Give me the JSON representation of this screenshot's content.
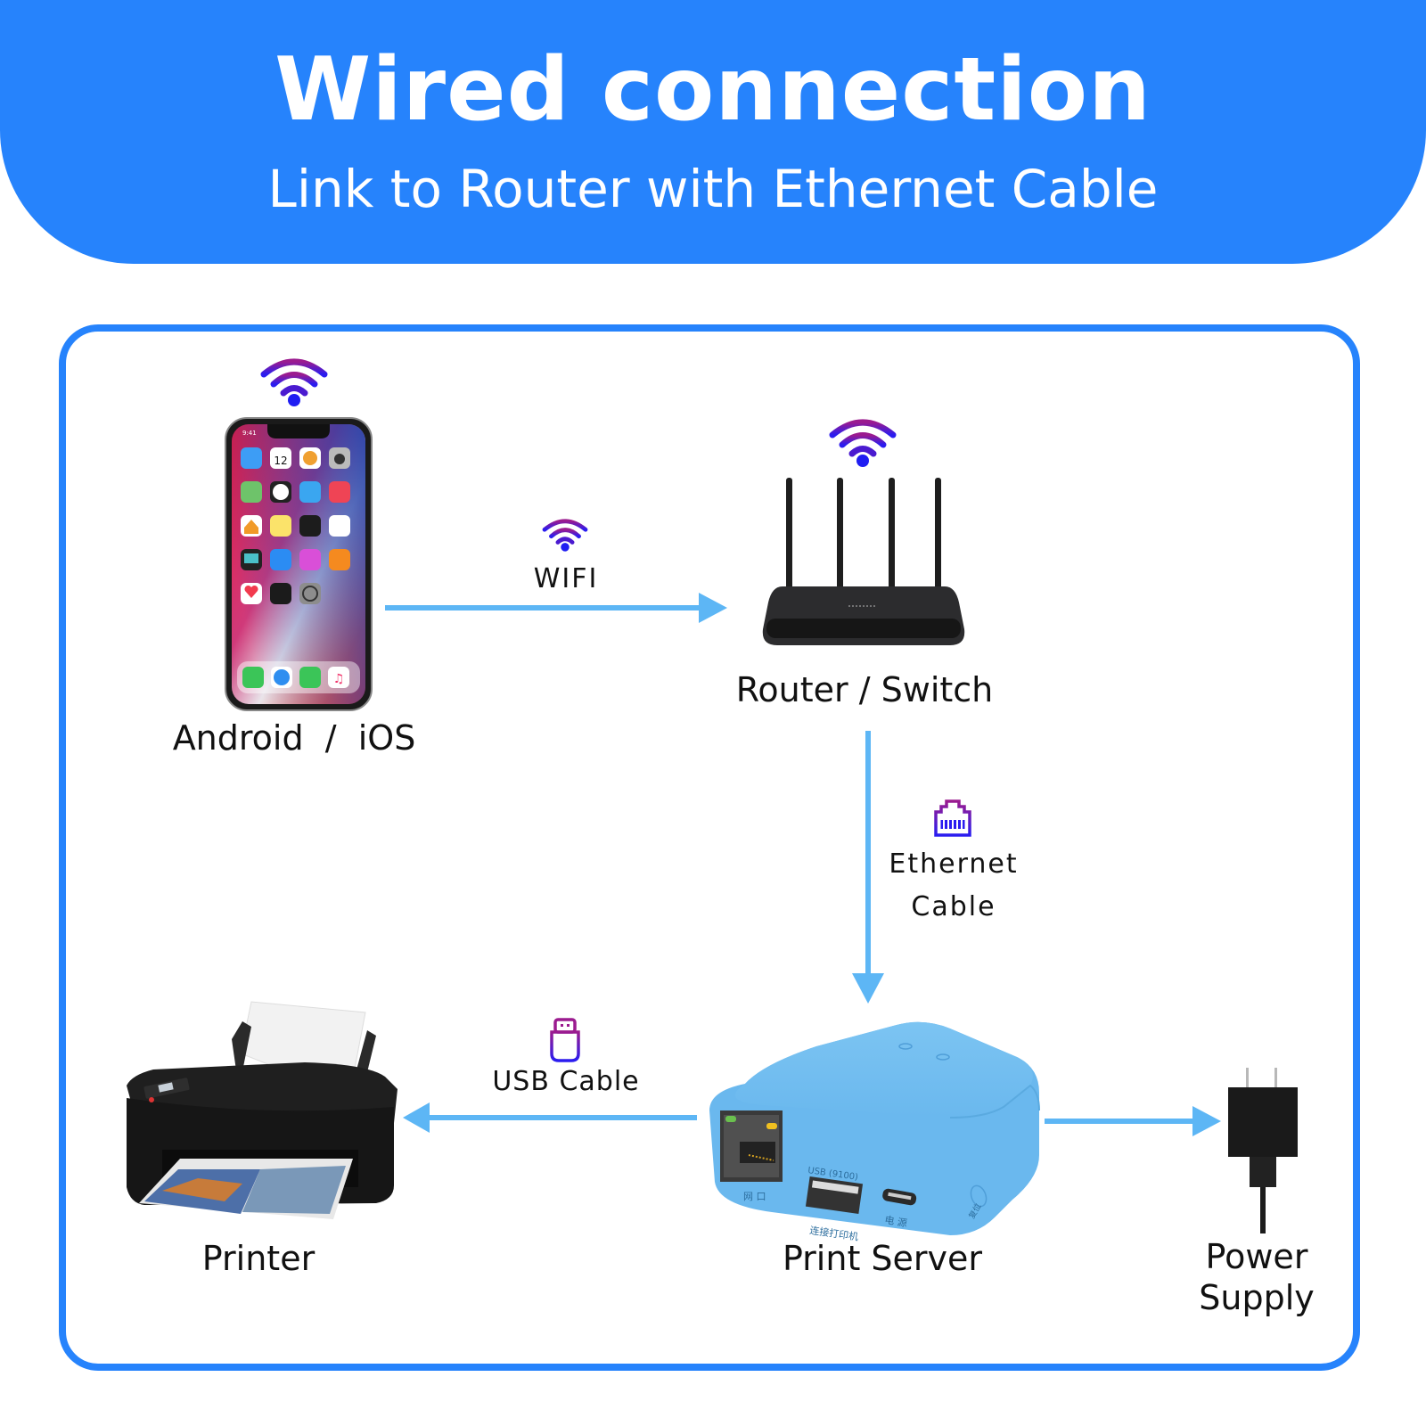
{
  "header": {
    "title": "Wired connection",
    "subtitle": "Link to Router with Ethernet Cable"
  },
  "colors": {
    "brand_blue": "#2683fc",
    "arrow_blue": "#5db6f5",
    "icon_gradient_top": "#9b1b8f",
    "icon_gradient_bottom": "#2a1cf0",
    "print_server_body": "#6fbdf0"
  },
  "nodes": {
    "phone": {
      "label": "Android  /  iOS",
      "icon": "smartphone-icon"
    },
    "router": {
      "label": "Router / Switch",
      "icon": "router-icon"
    },
    "print_server": {
      "label": "Print Server",
      "icon": "print-server-icon",
      "port_labels": {
        "lan": "网 口",
        "usb_top": "USB (9100)",
        "usb_bottom": "连接打印机",
        "power": "电 源",
        "reset": "复位"
      }
    },
    "printer": {
      "label": "Printer",
      "icon": "printer-icon"
    },
    "power": {
      "label_line1": "Power",
      "label_line2": "Supply",
      "icon": "power-adapter-icon"
    }
  },
  "connections": {
    "wifi": {
      "label": "WIFI",
      "icon": "wifi-icon",
      "from": "phone",
      "to": "router"
    },
    "ethernet": {
      "label_line1": "Ethernet",
      "label_line2": "Cable",
      "icon": "ethernet-port-icon",
      "from": "router",
      "to": "print_server"
    },
    "usb": {
      "label": "USB Cable",
      "icon": "usb-icon",
      "from": "print_server",
      "to": "printer"
    },
    "power": {
      "label": "",
      "from": "print_server",
      "to": "power"
    }
  },
  "phone_screen": {
    "time": "9:41",
    "calendar_day": "12"
  }
}
